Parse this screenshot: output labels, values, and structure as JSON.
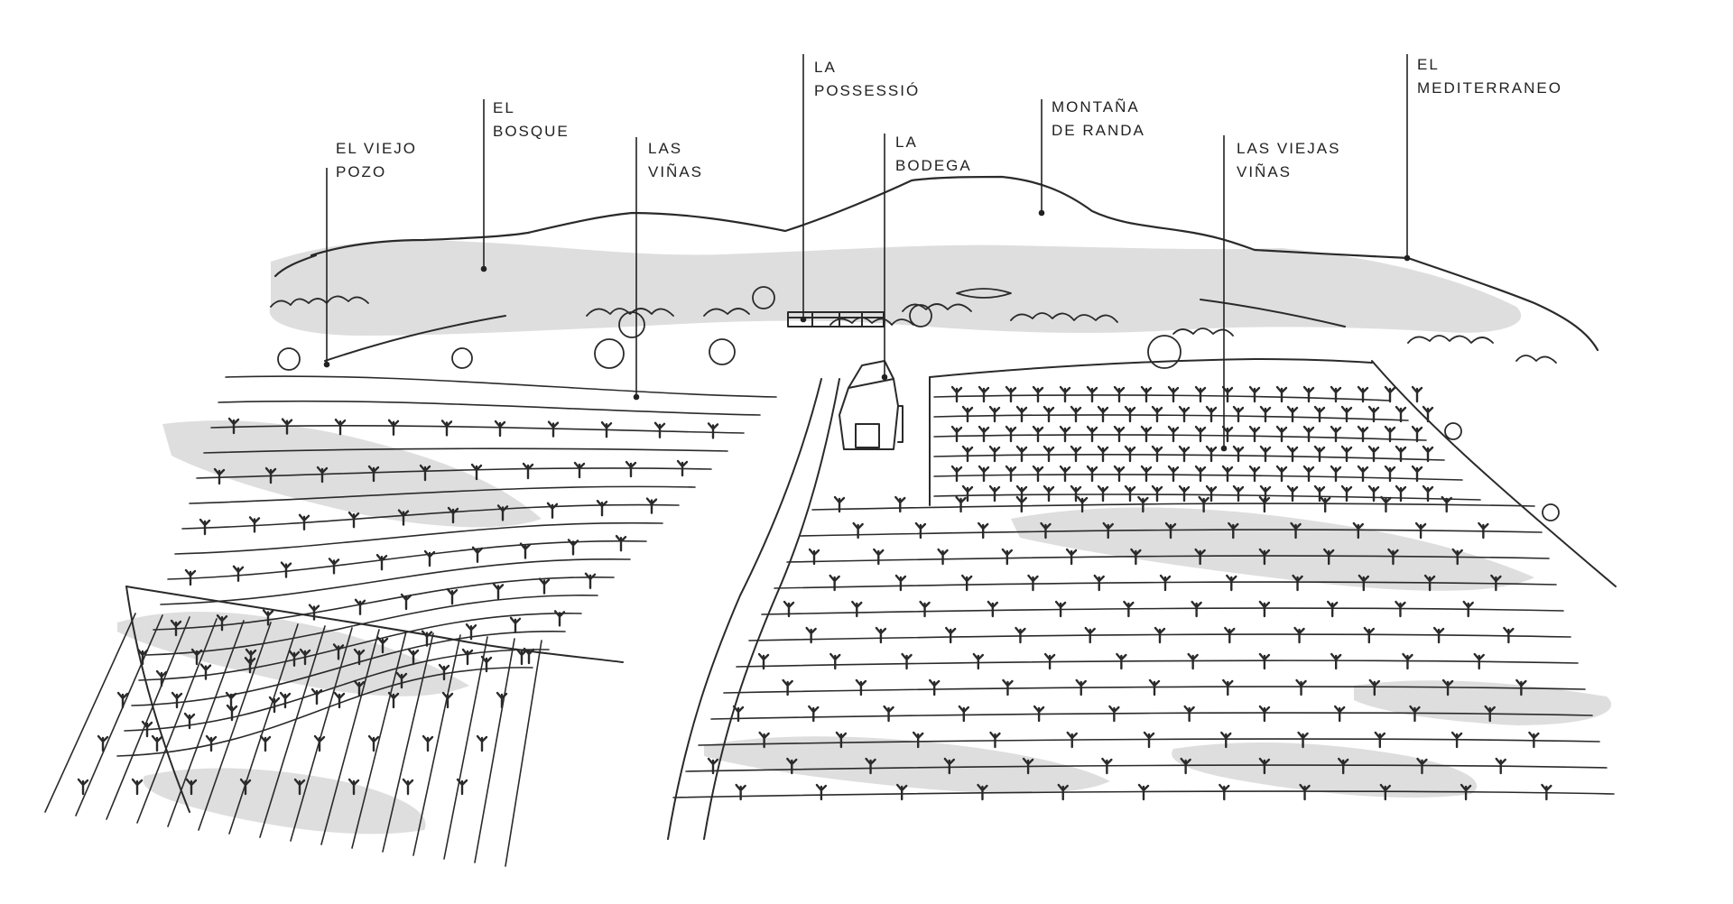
{
  "illustration": {
    "ink_color": "#2a2a2a",
    "shade_color": "#dedede",
    "background": "#ffffff"
  },
  "labels": [
    {
      "id": "el-viejo-pozo",
      "lines": [
        "EL VIEJO",
        "POZO"
      ]
    },
    {
      "id": "el-bosque",
      "lines": [
        "EL",
        "BOSQUE"
      ]
    },
    {
      "id": "las-vinas",
      "lines": [
        "LAS",
        "VIÑAS"
      ]
    },
    {
      "id": "la-possessio",
      "lines": [
        "LA",
        "POSSESSIÓ"
      ]
    },
    {
      "id": "la-bodega",
      "lines": [
        "LA",
        "BODEGA"
      ]
    },
    {
      "id": "montana-de-randa",
      "lines": [
        "MONTAÑA",
        "DE RANDA"
      ]
    },
    {
      "id": "las-viejas-vinas",
      "lines": [
        "LAS VIEJAS",
        "VIÑAS"
      ]
    },
    {
      "id": "el-mediterraneo",
      "lines": [
        "EL",
        "MEDITERRANEO"
      ]
    }
  ]
}
